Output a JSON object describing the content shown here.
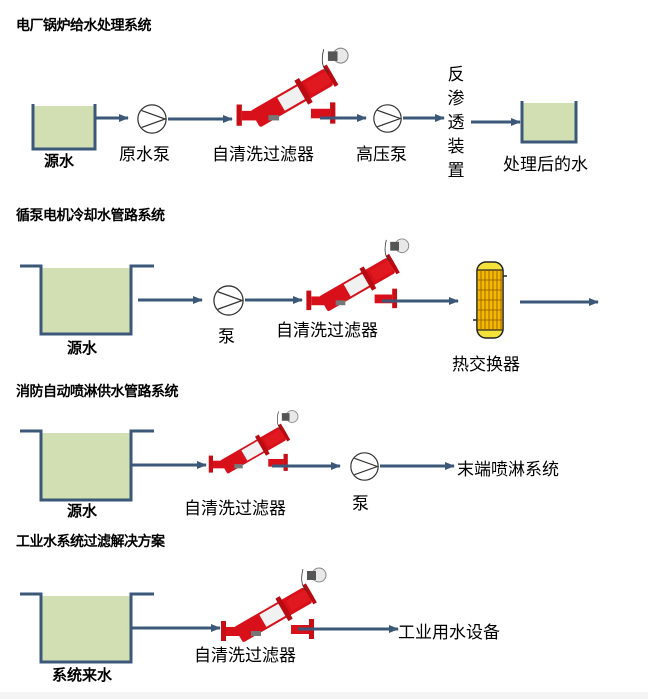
{
  "colors": {
    "pipe": "#3b5878",
    "tank_fill": "#d2dfb3",
    "tank_wall": "#3b5878",
    "filter_red": "#d8101a",
    "exchanger_yellow": "#f5b800"
  },
  "sections": [
    {
      "title": "电厂锅炉给水处理系统",
      "labels": {
        "source": "源水",
        "pump": "原水泵",
        "filter": "自清洗过滤器",
        "hp_pump": "高压泵",
        "ro_device": [
          "反",
          "渗",
          "透",
          "装",
          "置"
        ],
        "treated_water": "处理后的水"
      }
    },
    {
      "title": "循泵电机冷却水管路系统",
      "labels": {
        "source": "源水",
        "pump": "泵",
        "filter": "自清洗过滤器",
        "exchanger": "热交换器"
      }
    },
    {
      "title": "消防自动喷淋供水管路系统",
      "labels": {
        "source": "源水",
        "filter": "自清洗过滤器",
        "pump": "泵",
        "end": "末端喷淋系统"
      }
    },
    {
      "title": "工业水系统过滤解决方案",
      "labels": {
        "source": "系统来水",
        "filter": "自清洗过滤器",
        "end": "工业用水设备"
      }
    }
  ],
  "icons": {
    "tank": "tank-icon",
    "pump": "pump-icon",
    "filter": "self-cleaning-filter-icon",
    "exchanger": "heat-exchanger-icon",
    "arrow": "flow-arrow-icon"
  }
}
